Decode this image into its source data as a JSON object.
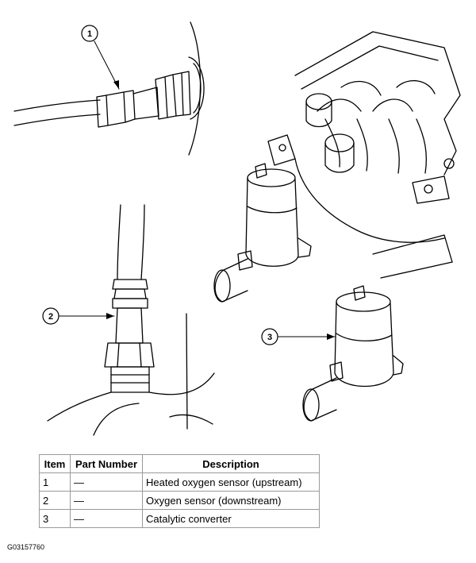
{
  "callouts": {
    "c1": "1",
    "c2": "2",
    "c3": "3"
  },
  "table": {
    "headers": {
      "item": "Item",
      "part_number": "Part Number",
      "description": "Description"
    },
    "rows": [
      {
        "item": "1",
        "part_number": "—",
        "description": "Heated oxygen sensor (upstream)"
      },
      {
        "item": "2",
        "part_number": "—",
        "description": "Oxygen sensor (downstream)"
      },
      {
        "item": "3",
        "part_number": "—",
        "description": "Catalytic converter"
      }
    ]
  },
  "figure_code": "G03157760",
  "colors": {
    "line": "#000000",
    "background": "#ffffff",
    "table_border": "#9a9a9a"
  }
}
